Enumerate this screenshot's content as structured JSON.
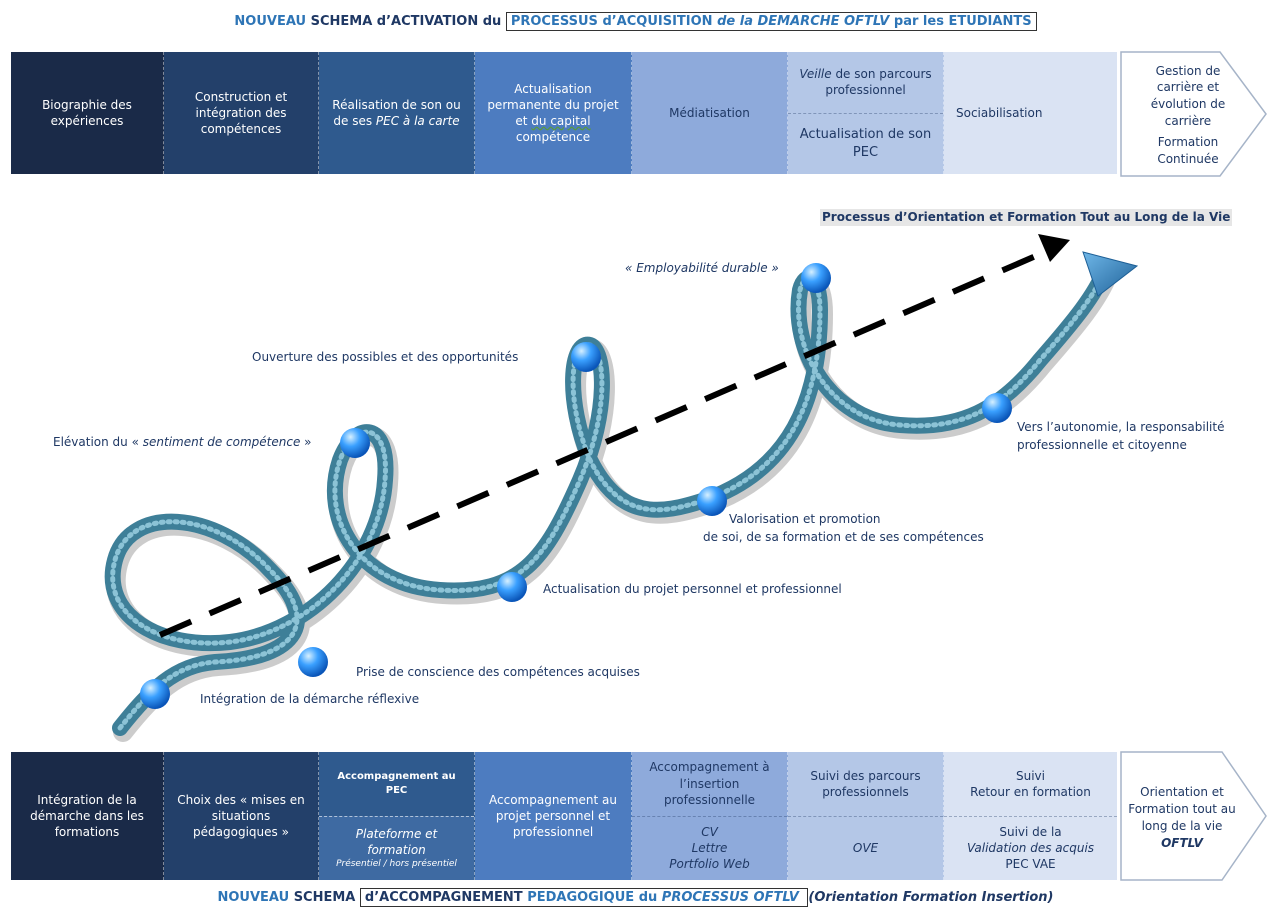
{
  "top_title": {
    "part1": "NOUVEAU",
    "part2": "SCHEMA d’ACTIVATION du",
    "boxed_part1": "PROCESSUS d’ACQUISITION",
    "boxed_part2": "de la DEMARCHE OFTLV",
    "boxed_part3": "par les ETUDIANTS"
  },
  "top_band": {
    "seg1": "Biographie des expériences",
    "seg2": "Construction et intégration des compétences",
    "seg3_a": "Réalisation de son ou de ses ",
    "seg3_b": "PEC à la carte",
    "seg4_a": "Actualisation permanente du projet et ",
    "seg4_b": "du capital",
    "seg4_c": " compétence",
    "seg5": "Médiatisation",
    "seg6_top_a": "Veille",
    "seg6_top_b": " de son parcours professionnel",
    "seg6_bottom": "Actualisation de son PEC",
    "seg7": "Sociabilisation",
    "end_line1": "Gestion de carrière et évolution de carrière",
    "end_line2": "Formation Continuée"
  },
  "process_label": "Processus d’Orientation et Formation Tout au Long de la Vie",
  "milestones": {
    "employabilite": "« Employabilité durable »",
    "ouverture": "Ouverture des possibles et des opportunités",
    "elevation_a": "Elévation du « ",
    "elevation_b": "sentiment de compétence",
    "elevation_c": " »",
    "autonomie_1": "Vers l’autonomie, la responsabilité",
    "autonomie_2": "professionnelle et citoyenne",
    "valorisation_1": "Valorisation et promotion",
    "valorisation_2": "de soi, de sa formation et de ses compétences",
    "actualisation": "Actualisation du projet personnel et professionnel",
    "prise": "Prise de conscience des compétences acquises",
    "integration": "Intégration de la démarche réflexive"
  },
  "bottom_band": {
    "seg1": "Intégration de la démarche dans les formations",
    "seg2": "Choix des « mises en situations pédagogiques »",
    "seg3_top": "Accompagnement au PEC",
    "seg3_bottom_a": "Plateforme et formation",
    "seg3_bottom_b": "Présentiel / hors présentiel",
    "seg4": "Accompagnement au projet personnel et professionnel",
    "seg5_top": "Accompagnement à l’insertion professionnelle",
    "seg5_bottom_1": "CV",
    "seg5_bottom_2": "Lettre",
    "seg5_bottom_3": "Portfolio Web",
    "seg6_top": "Suivi des parcours professionnels",
    "seg6_bottom": "OVE",
    "seg7_top_1": "Suivi",
    "seg7_top_2": "Retour en formation",
    "seg7_bottom_1": "Suivi de la",
    "seg7_bottom_2": "Validation des acquis",
    "seg7_bottom_3": "PEC VAE",
    "end_line1": "Orientation et Formation tout au long de la vie",
    "end_line2": "OFTLV"
  },
  "bottom_title": {
    "part1": "NOUVEAU",
    "part2": "SCHEMA",
    "boxed_a": "d’ACCOMPAGNEMENT",
    "boxed_b": "PEDAGOGIQUE",
    "boxed_c": "du",
    "boxed_d": "PROCESSUS OFTLV",
    "part3": "(Orientation Formation Insertion)"
  },
  "colors": {
    "navy": "#1a2a48",
    "dark_blue": "#23406a",
    "mid_blue": "#2f5a8e",
    "blue": "#4d7cc0",
    "light_blue": "#8eaadb",
    "pale_blue": "#b4c7e7",
    "very_pale": "#dae3f3",
    "spiral": "#4f8fa8",
    "sphere": "#1e90ff"
  }
}
